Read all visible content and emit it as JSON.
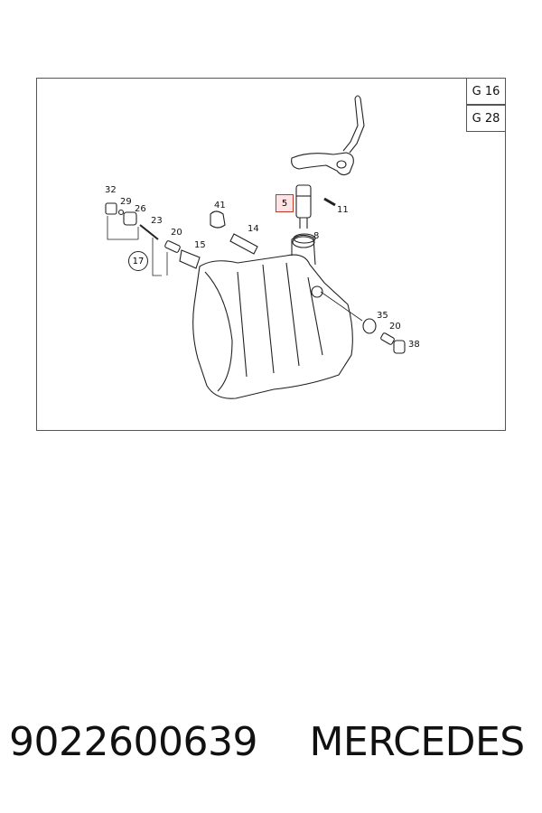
{
  "references": {
    "top": "G 16",
    "bottom": "G 28"
  },
  "callouts": {
    "c32": "32",
    "c29": "29",
    "c26": "26",
    "c23": "23",
    "c20a": "20",
    "c41": "41",
    "c14": "14",
    "c15": "15",
    "c5": "5",
    "c11": "11",
    "c8": "8",
    "c17": "17",
    "c35": "35",
    "c20b": "20",
    "c38": "38"
  },
  "caption": {
    "part_number": "9022600639",
    "brand": "MERCEDES"
  },
  "colors": {
    "highlight_border": "#c0392b",
    "highlight_fill": "#fde3e3",
    "line": "#222222"
  }
}
